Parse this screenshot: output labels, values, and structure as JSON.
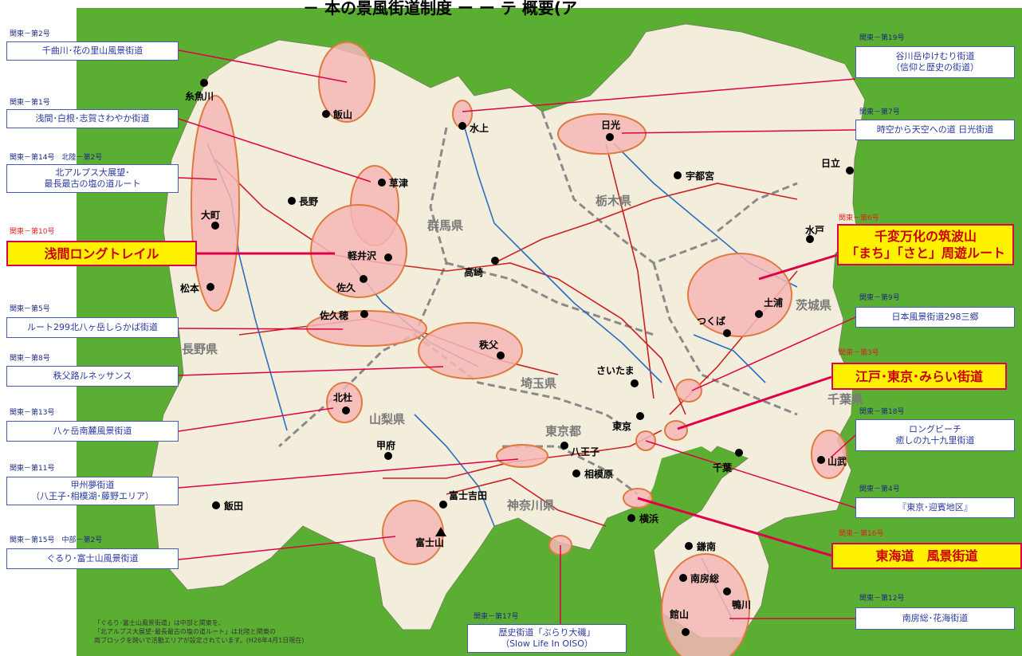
{
  "title": "－ 本の景風街道制度 ー ー テ 概要(ア",
  "prefectures": [
    "長野県",
    "群馬県",
    "栃木県",
    "茨城県",
    "埼玉県",
    "山梨県",
    "東京都",
    "神奈川県",
    "千葉県"
  ],
  "places": [
    "糸魚川",
    "飯山",
    "長野",
    "大町",
    "松本",
    "草津",
    "軽井沢",
    "佐久",
    "高崎",
    "佐久穂",
    "秩父",
    "北杜",
    "甲府",
    "飯田",
    "富士吉田",
    "富士山",
    "八王子",
    "相模原",
    "東京",
    "さいたま",
    "横浜",
    "千葉",
    "鎌南",
    "南房総",
    "鴨川",
    "館山",
    "山武",
    "水上",
    "日光",
    "宇都宮",
    "日立",
    "水戸",
    "土浦",
    "つくば"
  ],
  "routes": [
    {
      "code": "関東－第2号",
      "name": "千曲川･花の里山風景街道"
    },
    {
      "code": "関東－第1号",
      "name": "浅間･白根･志賀さわやか街道"
    },
    {
      "code": "関東－第14号　北陸－第2号",
      "name": "北アルプス大展望･最長最古の塩の道ルート"
    },
    {
      "code": "関東－第10号",
      "name": "浅間ロングトレイル"
    },
    {
      "code": "関東－第5号",
      "name": "ルート299北八ヶ岳しらかば街道"
    },
    {
      "code": "関東－第8号",
      "name": "秩父路ルネッサンス"
    },
    {
      "code": "関東－第13号",
      "name": "八ヶ岳南麓風景街道"
    },
    {
      "code": "関東－第11号",
      "name": "甲州夢街道（八王子･相模湖･藤野エリア）"
    },
    {
      "code": "関東－第15号　中部－第2号",
      "name": "ぐるり･富士山風景街道"
    },
    {
      "code": "関東－第17号",
      "name": "歴史街道「ぶらり大磯」（Slow Life In OISO）"
    },
    {
      "code": "関東－第19号",
      "name": "谷川岳ゆけむり街道（信仰と歴史の街道）"
    },
    {
      "code": "関東－第7号",
      "name": "時空から天空への道 日光街道"
    },
    {
      "code": "関東－第6号",
      "name": "千変万化の筑波山「まち」「さと」周遊ルート"
    },
    {
      "code": "関東－第9号",
      "name": "日本風景街道298三郷"
    },
    {
      "code": "関東－第3号",
      "name": "江戸･東京･みらい街道"
    },
    {
      "code": "関東－第18号",
      "name": "ロングビーチ癒しの九十九里街道"
    },
    {
      "code": "関東－第4号",
      "name": "『東京･迎賓地区』"
    },
    {
      "code": "関東－第16号",
      "name": "東海道 風景街道"
    },
    {
      "code": "関東－第12号",
      "name": "南房総･花海街道"
    }
  ],
  "labels": {
    "t_title": "－ 本の景風街道制度 ー ー テ 概要(ア",
    "c2": "関東－第2号",
    "b2a": "千曲川･花の里山風景街道",
    "c1": "関東－第1号",
    "b1a": "浅間･白根･志賀さわやか街道",
    "c14": "関東－第14号　北陸－第2号",
    "b14a": "北アルプス大展望･",
    "b14b": "最長最古の塩の道ルート",
    "c10": "関東－第10号",
    "b10a": "浅間ロングトレイル",
    "c5": "関東－第5号",
    "b5a": "ルート299北八ヶ岳しらかば街道",
    "c8": "関東－第8号",
    "b8a": "秩父路ルネッサンス",
    "c13": "関東－第13号",
    "b13a": "八ヶ岳南麓風景街道",
    "c11": "関東－第11号",
    "b11a": "甲州夢街道",
    "b11b": "（八王子･相模湖･藤野エリア）",
    "c15": "関東－第15号　中部－第2号",
    "b15a": "ぐるり･富士山風景街道",
    "c17": "関東－第17号",
    "b17a": "歴史街道「ぶらり大磯」",
    "b17b": "（Slow Life In OISO）",
    "c19": "関東－第19号",
    "b19a": "谷川岳ゆけむり街道",
    "b19b": "（信仰と歴史の街道）",
    "c7": "関東－第7号",
    "b7a": "時空から天空への道 日光街道",
    "c6": "関東－第6号",
    "b6a": "千変万化の筑波山",
    "b6b": "「まち」「さと」周遊ルート",
    "c9": "関東－第9号",
    "b9a": "日本風景街道298三郷",
    "c3": "関東－第3号",
    "b3a": "江戸･東京･みらい街道",
    "c18": "関東－第18号",
    "b18a": "ロングビーチ",
    "b18b": "癒しの九十九里街道",
    "c4": "関東－第4号",
    "b4a": "『東京･迎賓地区』",
    "c16": "関東－第16号",
    "b16a": "東海道　風景街道",
    "c12": "関東－第12号",
    "b12a": "南房総･花海街道",
    "note1": "「ぐるり･富士山風景街道」は中部と関東を、",
    "note2": "「北アルプス大展望･最長最古の塩の道ルート」は北陸と関東の",
    "note3": "両ブロックを跨いで活動エリアが設定されています。(H26年4月1日現在)",
    "p_nagano": "長野県",
    "p_gunma": "群馬県",
    "p_tochigi": "栃木県",
    "p_ibaraki": "茨城県",
    "p_saitama": "埼玉県",
    "p_yamanashi": "山梨県",
    "p_tokyo": "東京都",
    "p_kanagawa": "神奈川県",
    "p_chiba": "千葉県",
    "n_itoigawa": "糸魚川",
    "n_iiyama": "飯山",
    "n_nagano": "長野",
    "n_omachi": "大町",
    "n_matsumoto": "松本",
    "n_kusatsu": "草津",
    "n_karuizawa": "軽井沢",
    "n_saku": "佐久",
    "n_takasaki": "高崎",
    "n_sakuho": "佐久穂",
    "n_chichibu": "秩父",
    "n_hokuto": "北杜",
    "n_kofu": "甲府",
    "n_iida": "飯田",
    "n_fujiyoshida": "富士吉田",
    "n_fujisan": "富士山",
    "n_hachioji": "八王子",
    "n_sagamihara": "相模原",
    "n_tokyo": "東京",
    "n_saitama": "さいたま",
    "n_yokohama": "横浜",
    "n_chiba": "千葉",
    "n_kamanan": "鎌南",
    "n_minamiboso": "南房総",
    "n_kamogawa": "鴨川",
    "n_tateyama": "館山",
    "n_sanmu": "山武",
    "n_minakami": "水上",
    "n_nikko": "日光",
    "n_utsunomiya": "宇都宮",
    "n_hitachi": "日立",
    "n_mito": "水戸",
    "n_tsuchiura": "土浦",
    "n_tsukuba": "つくば"
  },
  "colors": {
    "sea": "#5aae32",
    "land": "#f3eddc",
    "border": "#808080",
    "zone": "#f4b6b6",
    "zone_edge": "#e07a40",
    "leader": "#e0004a",
    "highlight": "#fff200",
    "road_red": "#cc2222",
    "road_blue": "#2a6fc0"
  }
}
